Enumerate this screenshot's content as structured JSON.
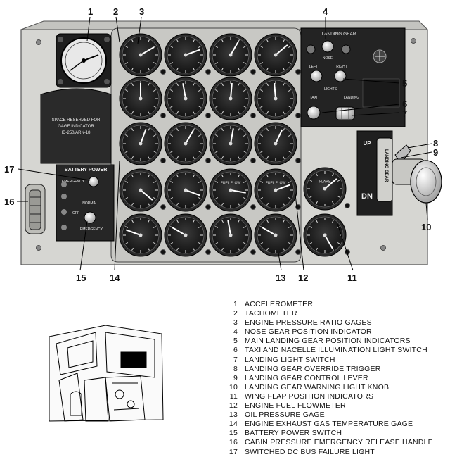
{
  "callouts": [
    "1",
    "2",
    "3",
    "4",
    "5",
    "6",
    "7",
    "8",
    "9",
    "10",
    "11",
    "12",
    "13",
    "14",
    "15",
    "16",
    "17"
  ],
  "panel_labels": {
    "landing_gear": "LANDING GEAR",
    "nose": "NOSE",
    "left": "LEFT",
    "right": "RIGHT",
    "lights": "LIGHTS",
    "taxi": "TAXI",
    "landing": "LANDING",
    "battery_power": "BATTERY POWER",
    "emergency_top": "EMERGENCY",
    "normal": "NORMAL",
    "off": "OFF",
    "emergency_bottom": "EMERGENCY",
    "space_reserved": [
      "SPACE RESERVED FOR",
      "GAGE INDICATOR",
      "ID-250/ARN-18"
    ],
    "gear_up": "UP",
    "gear_dn": "DN",
    "gear_lever": "LANDING GEAR",
    "fuel_flow": "FUEL FLOW",
    "flaps": "FLAPS"
  },
  "legend": [
    {
      "num": "1",
      "text": "ACCELEROMETER"
    },
    {
      "num": "2",
      "text": "TACHOMETER"
    },
    {
      "num": "3",
      "text": "ENGINE PRESSURE RATIO GAGES"
    },
    {
      "num": "4",
      "text": "NOSE GEAR POSITION INDICATOR"
    },
    {
      "num": "5",
      "text": "MAIN LANDING GEAR POSITION INDICATORS"
    },
    {
      "num": "6",
      "text": "TAXI AND NACELLE ILLUMINATION LIGHT SWITCH"
    },
    {
      "num": "7",
      "text": "LANDING LIGHT SWITCH"
    },
    {
      "num": "8",
      "text": "LANDING GEAR OVERRIDE TRIGGER"
    },
    {
      "num": "9",
      "text": "LANDING GEAR CONTROL LEVER"
    },
    {
      "num": "10",
      "text": "LANDING GEAR WARNING LIGHT KNOB"
    },
    {
      "num": "11",
      "text": "WING FLAP POSITION INDICATORS"
    },
    {
      "num": "12",
      "text": "ENGINE FUEL FLOWMETER"
    },
    {
      "num": "13",
      "text": "OIL PRESSURE GAGE"
    },
    {
      "num": "14",
      "text": "ENGINE EXHAUST GAS TEMPERATURE GAGE"
    },
    {
      "num": "15",
      "text": "BATTERY POWER SWITCH"
    },
    {
      "num": "16",
      "text": "CABIN PRESSURE EMERGENCY RELEASE HANDLE"
    },
    {
      "num": "17",
      "text": "SWITCHED DC BUS FAILURE LIGHT"
    }
  ]
}
